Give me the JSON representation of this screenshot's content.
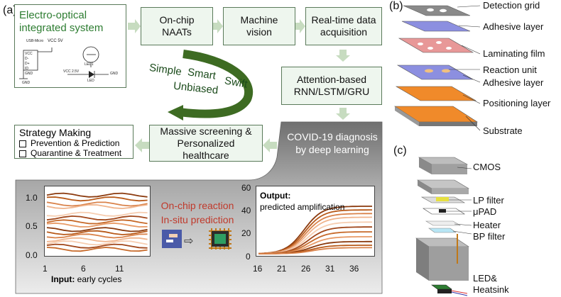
{
  "panels": {
    "a": "(a)",
    "b": "(b)",
    "c": "(c)"
  },
  "electro_optical": {
    "title_line1": "Electro-optical",
    "title_line2": "integrated system",
    "schematic_labels": [
      "USB-Micro",
      "VCC 5V",
      "VCC",
      "D-",
      "D+",
      "ID",
      "GND",
      "LED1",
      "VCC 2.5V",
      "LED",
      "GND",
      "GND"
    ]
  },
  "flow": {
    "onchip_naats": "On-chip NAATs",
    "machine_vision": "Machine vision",
    "realtime": "Real-time data acquisition",
    "attention": "Attention-based RNN/LSTM/GRU",
    "covid": "COVID-19 diagnosis by deep learning",
    "massive": "Massive screening & Personalized healthcare"
  },
  "curved_arrow": {
    "simple": "Simple",
    "smart": "Smart",
    "swift": "Swift",
    "unbiased": "Unbiased"
  },
  "strategy": {
    "title": "Strategy Making",
    "items": [
      "Prevention & Prediction",
      "Quarantine & Treatment"
    ]
  },
  "onchip_text": {
    "line1": "On-chip reaction",
    "line2": "In-situ prediction"
  },
  "input_chart": {
    "yticks": [
      "1.0",
      "0.5",
      "0.0"
    ],
    "xticks": [
      "1",
      "6",
      "11"
    ],
    "xlabel_bold": "Input:",
    "xlabel_rest": " early cycles"
  },
  "output_chart": {
    "yticks": [
      "60",
      "40",
      "20",
      "0"
    ],
    "xticks": [
      "16",
      "21",
      "26",
      "31",
      "36"
    ],
    "label_bold": "Output:",
    "label_rest": "predicted amplification"
  },
  "layers_b": [
    "Detection grid",
    "Adhesive layer",
    "Laminating film",
    "Reaction unit",
    "Adhesive layer",
    "Positioning layer",
    "Substrate"
  ],
  "parts_c": [
    "CMOS",
    "LP filter",
    "μPAD",
    "Heater",
    "BP filter",
    "LED&",
    "Heatsink"
  ],
  "colors": {
    "green": "#2e7d32",
    "box_fill": "#eef6ee",
    "orange_curve": "#b85a1a",
    "red_text": "#c0392b"
  }
}
